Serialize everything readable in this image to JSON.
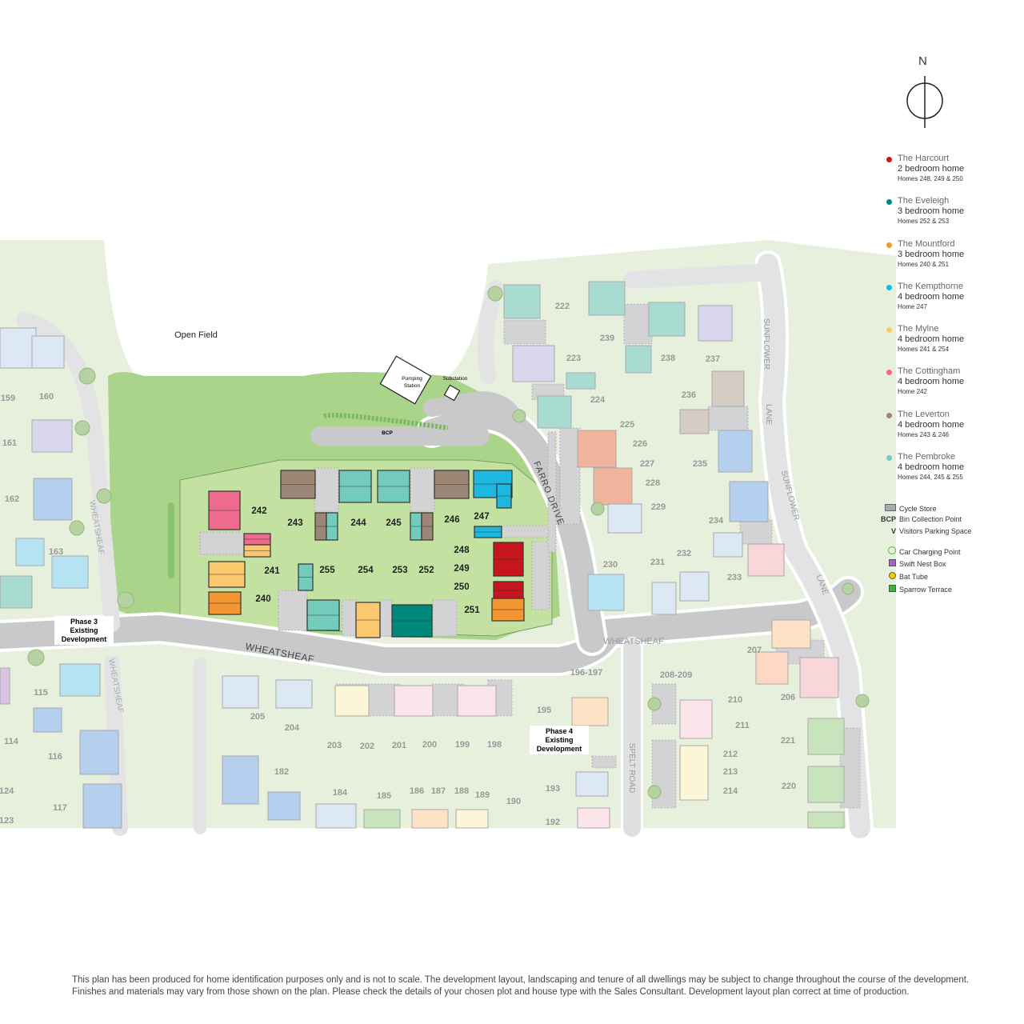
{
  "compass": {
    "north_label": "N"
  },
  "legend": {
    "house_types": [
      {
        "name": "The Harcourt",
        "bedrooms": "2 bedroom home",
        "homes": "Homes 248, 249 & 250",
        "color": "#c8161e"
      },
      {
        "name": "The Eveleigh",
        "bedrooms": "3 bedroom home",
        "homes": "Homes 252 & 253",
        "color": "#00897b"
      },
      {
        "name": "The Mountford",
        "bedrooms": "3 bedroom home",
        "homes": "Homes 240 & 251",
        "color": "#f39530"
      },
      {
        "name": "The Kempthorne",
        "bedrooms": "4 bedroom home",
        "homes": "Home 247",
        "color": "#1cb8e0"
      },
      {
        "name": "The Mylne",
        "bedrooms": "4 bedroom home",
        "homes": "Homes 241 & 254",
        "color": "#fcc86f"
      },
      {
        "name": "The Cottingham",
        "bedrooms": "4 bedroom home",
        "homes": "Home 242",
        "color": "#ef6b8d"
      },
      {
        "name": "The Leverton",
        "bedrooms": "4 bedroom home",
        "homes": "Homes 243 & 246",
        "color": "#9c8777"
      },
      {
        "name": "The Pembroke",
        "bedrooms": "4 bedroom home",
        "homes": "Homes 244, 245 & 255",
        "color": "#73ccbc"
      }
    ],
    "symbols": [
      {
        "marker": "cycle-store",
        "label": "Cycle Store"
      },
      {
        "marker": "BCP",
        "label": "Bin Collection Point"
      },
      {
        "marker": "V",
        "label": "Visitors Parking Space"
      },
      {
        "marker": "car-charging",
        "label": "Car Charging Point"
      },
      {
        "marker": "swift-nest",
        "label": "Swift Nest Box"
      },
      {
        "marker": "bat-tube",
        "label": "Bat Tube"
      },
      {
        "marker": "sparrow-terrace",
        "label": "Sparrow Terrace"
      }
    ]
  },
  "map": {
    "open_field": "Open Field",
    "pumping_station": [
      "Pumping",
      "Station"
    ],
    "substation": "Substation",
    "bcp": "BCP",
    "phase3": [
      "Phase 3",
      "Existing",
      "Development"
    ],
    "phase4": [
      "Phase 4",
      "Existing",
      "Development"
    ],
    "roads": {
      "wheatsheaf": "WHEATSHEAF",
      "farro_drive": "FARRO DRIVE",
      "sunflower": "SUNFLOWER",
      "lane": "LANE",
      "spelt_road": "SPELT ROAD"
    },
    "new_plots": [
      "240",
      "241",
      "242",
      "243",
      "244",
      "245",
      "246",
      "247",
      "248",
      "249",
      "250",
      "251",
      "252",
      "253",
      "254",
      "255"
    ],
    "existing_plots": [
      "222",
      "223",
      "224",
      "225",
      "226",
      "227",
      "228",
      "229",
      "230",
      "231",
      "232",
      "233",
      "234",
      "235",
      "236",
      "237",
      "238",
      "239",
      "159",
      "160",
      "161",
      "162",
      "163",
      "115",
      "116",
      "117",
      "114",
      "124",
      "123",
      "182",
      "184",
      "185",
      "186",
      "187",
      "188",
      "189",
      "190",
      "192",
      "193",
      "195",
      "196-197",
      "198",
      "199",
      "200",
      "201",
      "202",
      "203",
      "204",
      "205",
      "206",
      "207",
      "208-209",
      "210",
      "211",
      "212",
      "213",
      "214",
      "220",
      "221"
    ]
  },
  "colors": {
    "harcourt": "#c8161e",
    "eveleigh": "#00897b",
    "mountford": "#f39530",
    "kempthorne": "#1cb8e0",
    "mylne": "#fcc86f",
    "cottingham": "#ef6b8d",
    "leverton": "#9c8777",
    "pembroke": "#73ccbc",
    "road": "#c9c9cc",
    "field": "#e6f0dc",
    "development": "#c3e2a2",
    "green_space": "#a9d48a"
  },
  "disclaimer": [
    "This plan has been produced for home identification purposes only and is not to scale. The development layout, landscaping and tenure of all dwellings may be subject to change throughout the course of the development.",
    "Finishes and materials may vary from those shown on the plan.  Please check the details of your chosen plot and house type with the Sales Consultant. Development layout plan correct at time of production."
  ]
}
